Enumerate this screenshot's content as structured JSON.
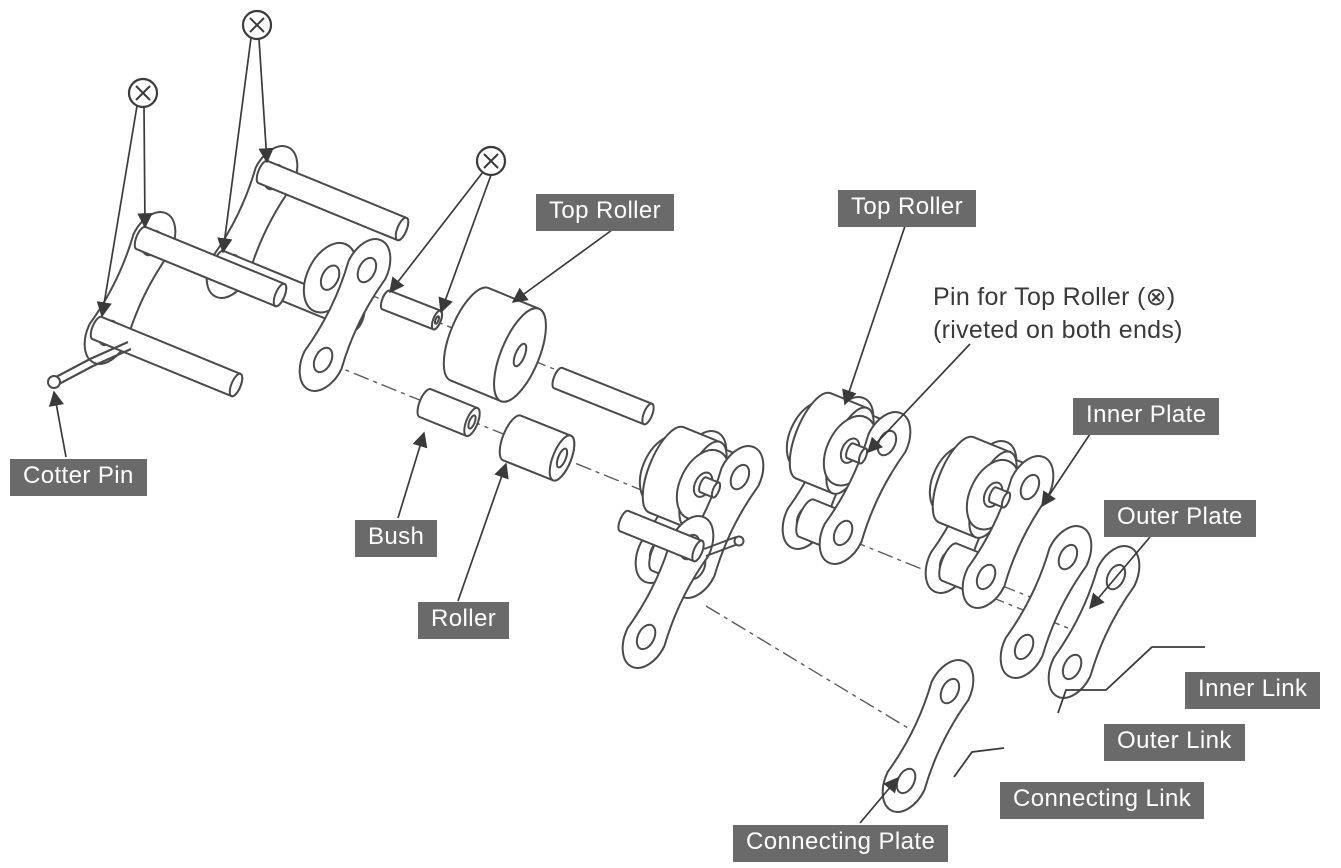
{
  "labels": {
    "cotter_pin": "Cotter Pin",
    "bush": "Bush",
    "roller": "Roller",
    "top_roller_left": "Top Roller",
    "top_roller_right": "Top Roller",
    "inner_plate": "Inner Plate",
    "outer_plate": "Outer Plate",
    "inner_link": "Inner Link",
    "outer_link": "Outer Link",
    "connecting_link": "Connecting Link",
    "connecting_plate": "Connecting Plate"
  },
  "note": {
    "line1": "Pin for Top Roller (⊗)",
    "line2": "(riveted on both ends)"
  },
  "pin_marker_symbol": "⊗",
  "colors": {
    "label_background": "#6a6a6a",
    "label_text": "#ffffff",
    "line": "#4a4a4a",
    "annotation": "#3a3a3a"
  }
}
